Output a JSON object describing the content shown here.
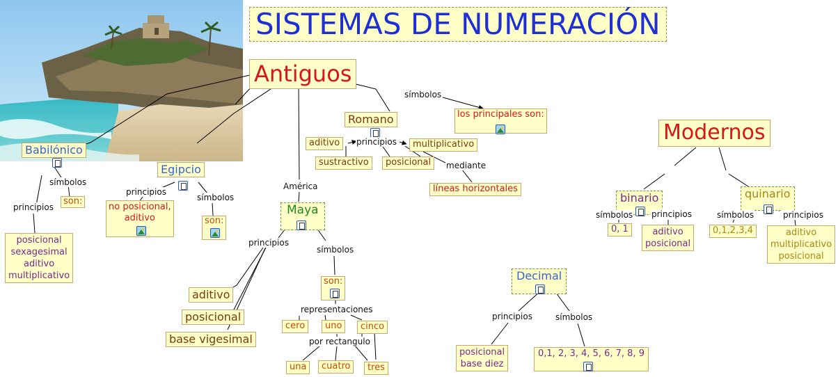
{
  "title": "SISTEMAS DE NUMERACIÓN",
  "antiguos": "Antiguos",
  "modernos": "Modernos",
  "babilonico": {
    "name": "Babilónico",
    "simbolos_label": "símbolos",
    "son": "son:",
    "principios_label": "principios",
    "principios": [
      "posicional",
      "sexagesimal",
      "aditivo",
      "multiplicativo"
    ]
  },
  "egipcio": {
    "name": "Egipcio",
    "principios_label": "principios",
    "principios": [
      "no posicional,",
      "aditivo"
    ],
    "simbolos_label": "símbolos",
    "son": "son:"
  },
  "romano": {
    "name": "Romano",
    "simbolos_label": "símbolos",
    "principales": "los principales son:",
    "principios_label": "principios",
    "aditivo": "aditivo",
    "multiplicativo": "multiplicativo",
    "sustractivo": "sustractivo",
    "posicional": "posicional",
    "mediante_label": "mediante",
    "lineas": "líneas horizontales"
  },
  "maya": {
    "link_label": "América",
    "name": "Maya",
    "principios_label": "principios",
    "simbolos_label": "símbolos",
    "aditivo": "aditivo",
    "posicional": "posicional",
    "vigesimal": "base vigesimal",
    "son": "son:",
    "representaciones_label": "representaciones",
    "cero": "cero",
    "uno": "uno",
    "cinco": "cinco",
    "rectangulo_label": "por rectangulo",
    "una": "una",
    "cuatro": "cuatro",
    "tres": "tres"
  },
  "decimal": {
    "name": "Decimal",
    "principios_label": "principios",
    "simbolos_label": "símbolos",
    "principios": [
      "posicional",
      "base diez"
    ],
    "simbolos": "0,1, 2, 3, 4, 5, 6, 7, 8, 9"
  },
  "binario": {
    "name": "binario",
    "simbolos_label": "símbolos",
    "principios_label": "principios",
    "simbolos": "0, 1",
    "principios": [
      "aditivo",
      "posicional"
    ]
  },
  "quinario": {
    "name": "quinario",
    "simbolos_label": "símbolos",
    "principios_label": "principios",
    "simbolos": "0,1,2,3,4",
    "principios": [
      "aditivo",
      "multiplicativo",
      "posicional"
    ]
  },
  "colors": {
    "title": "#1f2fd6",
    "antiguos": "#d8161a",
    "box_fill": "#ffffc8",
    "box_border": "#c8a86e",
    "system_blue": "#3a65c8",
    "maya_green": "#1e8b1e",
    "value_purple": "#7a2a8a",
    "value_olive": "#a48a12"
  }
}
